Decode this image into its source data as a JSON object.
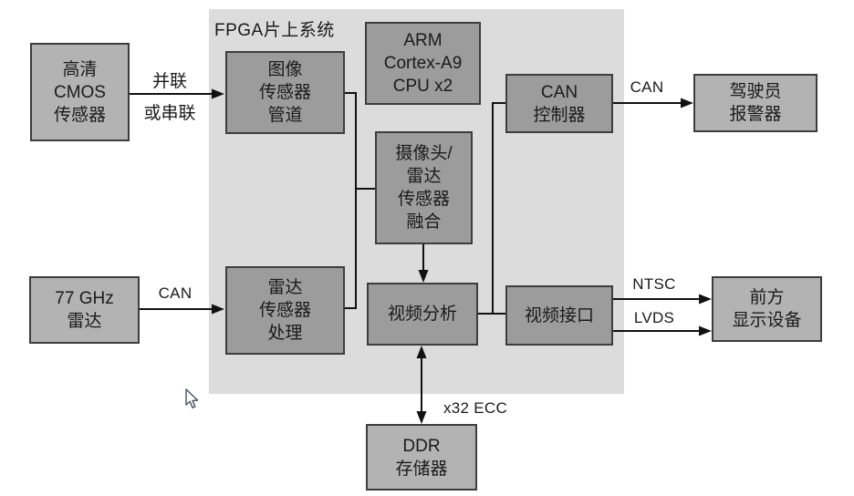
{
  "region": {
    "label": "FPGA片上系统"
  },
  "boxes": {
    "hd_cmos": {
      "label": "高清\nCMOS\n传感器"
    },
    "radar_77ghz": {
      "label": "77 GHz\n雷达"
    },
    "image_pipeline": {
      "label": "图像\n传感器\n管道"
    },
    "arm_cpu": {
      "label": "ARM\nCortex-A9\nCPU x2"
    },
    "fusion": {
      "label": "摄像头/\n雷达\n传感器\n融合"
    },
    "radar_processing": {
      "label": "雷达\n传感器\n处理"
    },
    "video_analytics": {
      "label": "视频分析"
    },
    "can_controller": {
      "label": "CAN\n控制器"
    },
    "video_interface": {
      "label": "视频接口"
    },
    "driver_alarm": {
      "label": "驾驶员\n报警器"
    },
    "front_display": {
      "label": "前方\n显示设备"
    },
    "ddr_memory": {
      "label": "DDR\n存储器"
    }
  },
  "edge_labels": {
    "cmos_link_line1": "并联",
    "cmos_link_line2": "或串联",
    "radar_link": "CAN",
    "alarm_link": "CAN",
    "display_link_top": "NTSC",
    "display_link_bottom": "LVDS",
    "memory_link": "x32 ECC"
  },
  "colors": {
    "background": "#ffffff",
    "fpga_region_fill": "#dcdcdc",
    "external_box_fill": "#b3b3b3",
    "internal_box_fill": "#9c9c9c",
    "box_border": "#3d3d3d",
    "connector": "#111111",
    "text": "#1a1a1a"
  }
}
